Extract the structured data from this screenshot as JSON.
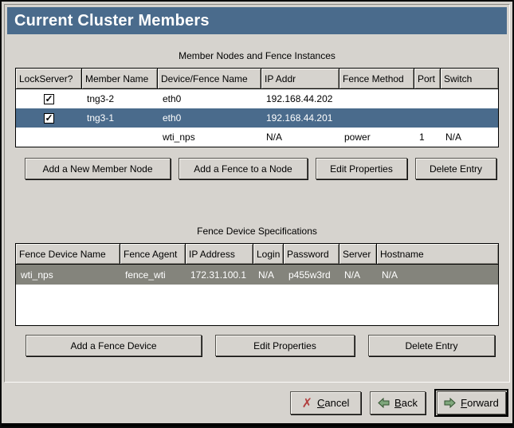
{
  "window": {
    "title": "Current Cluster Members"
  },
  "members_table": {
    "caption": "Member Nodes and Fence Instances",
    "columns": [
      "LockServer?",
      "Member Name",
      "Device/Fence Name",
      "IP Addr",
      "Fence Method",
      "Port",
      "Switch"
    ],
    "rows": [
      {
        "lockserver_checked": true,
        "selected": false,
        "cells": [
          "tng3-2",
          "eth0",
          "192.168.44.202",
          "",
          "",
          ""
        ]
      },
      {
        "lockserver_checked": true,
        "selected": true,
        "cells": [
          "tng3-1",
          "eth0",
          "192.168.44.201",
          "",
          "",
          ""
        ]
      },
      {
        "lockserver_checked": false,
        "selected": false,
        "cells": [
          "",
          "wti_nps",
          "N/A",
          "power",
          "1",
          "N/A"
        ]
      }
    ],
    "buttons": [
      "Add a New Member Node",
      "Add a Fence to a Node",
      "Edit Properties",
      "Delete Entry"
    ]
  },
  "fence_table": {
    "caption": "Fence Device Specifications",
    "columns": [
      "Fence Device Name",
      "Fence Agent",
      "IP Address",
      "Login",
      "Password",
      "Server",
      "Hostname"
    ],
    "rows": [
      {
        "selected": true,
        "cells": [
          "wti_nps",
          "fence_wti",
          "172.31.100.1",
          "N/A",
          "p455w3rd",
          "N/A",
          "N/A"
        ]
      }
    ],
    "buttons": [
      "Add a Fence Device",
      "Edit Properties",
      "Delete Entry"
    ]
  },
  "footer": {
    "cancel_label": "Cancel",
    "back_label": "Back",
    "forward_label": "Forward"
  },
  "colors": {
    "titlebar_bg": "#4a6b8c",
    "selection_active_bg": "#4a6b8c",
    "selection_inactive_bg": "#84847c",
    "window_bg": "#d6d3ce",
    "cancel_icon_color": "#b23f3f",
    "arrow_icon_color": "#7fa77c"
  }
}
